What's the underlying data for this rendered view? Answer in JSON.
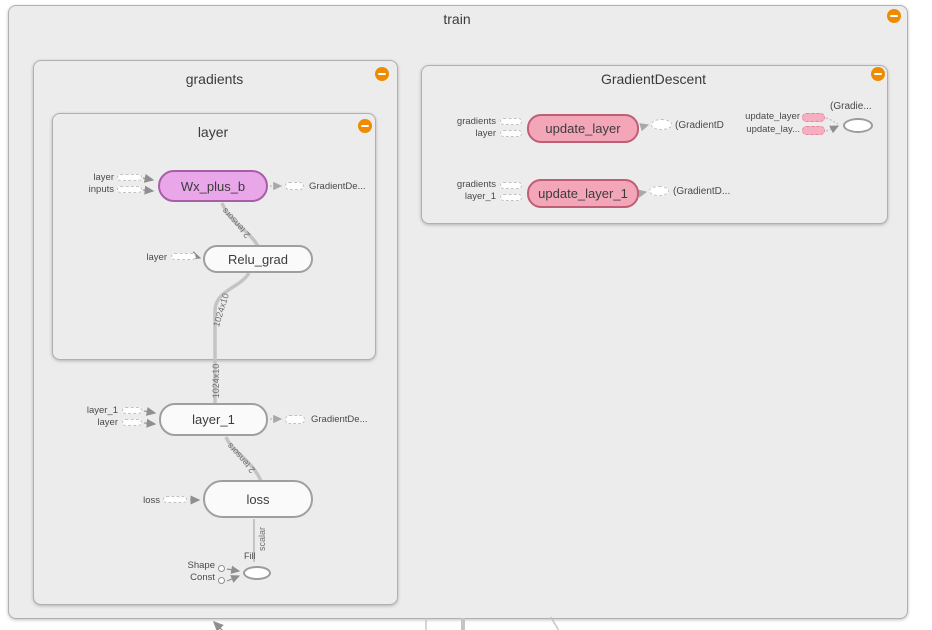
{
  "train": {
    "title": "train"
  },
  "gradients_group": {
    "title": "gradients"
  },
  "layer_group": {
    "title": "layer"
  },
  "gradient_descent_group": {
    "title": "GradientDescent"
  },
  "nodes": {
    "wx_plus_b": {
      "label": "Wx_plus_b",
      "input1": "layer",
      "input2": "inputs",
      "output": "GradientDe..."
    },
    "relu_grad": {
      "label": "Relu_grad",
      "input1": "layer"
    },
    "layer_1": {
      "label": "layer_1",
      "input1": "layer_1",
      "input2": "layer",
      "output": "GradientDe..."
    },
    "loss": {
      "label": "loss",
      "input1": "loss"
    },
    "fill": {
      "label": "Fill",
      "input1": "Shape",
      "input2": "Const"
    },
    "update_layer": {
      "label": "update_layer",
      "input1": "gradients",
      "input2": "layer",
      "output": "(GradientD"
    },
    "update_layer_1": {
      "label": "update_layer_1",
      "input1": "gradients",
      "input2": "layer_1",
      "output": "(GradientD..."
    }
  },
  "summary": {
    "label1": "update_layer",
    "label2": "update_lay...",
    "output": "(Gradie..."
  },
  "edge_labels": {
    "wx_to_relu": "2 tensors",
    "relu_out": "1024x10",
    "into_layer_1": "1024x10",
    "layer_1_to_loss": "2 tensors",
    "loss_to_fill": "scalar"
  },
  "colors": {
    "collapse_icon": "#ef8b00",
    "purple_node_fill": "#e9a6e8",
    "purple_node_border": "#a75ea7",
    "pink_node_fill": "#f3a6b8",
    "pink_node_border": "#c05d77",
    "group_fill": "#ececec",
    "group_border": "#b0b0b0",
    "edge": "#c4c4c4"
  }
}
